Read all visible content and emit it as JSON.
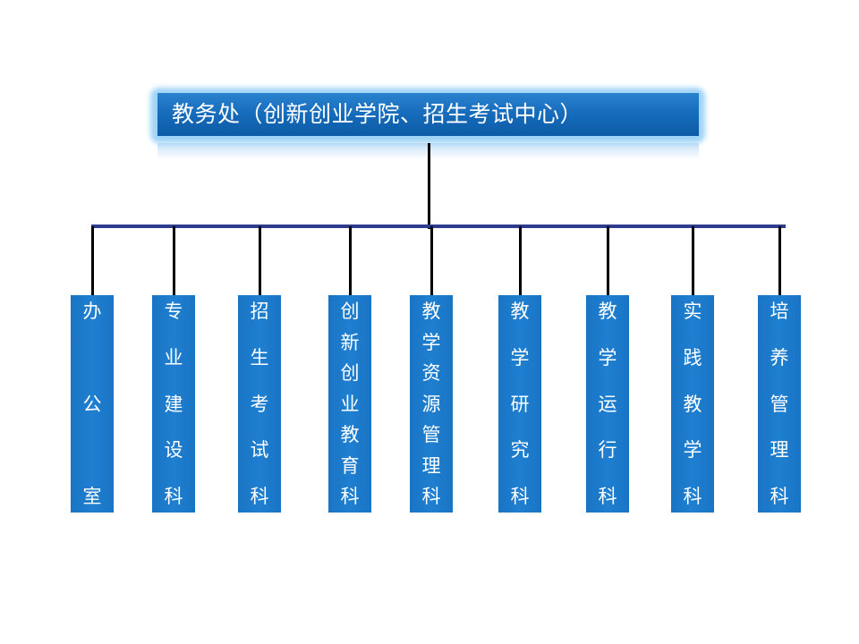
{
  "root": {
    "label": "教务处（创新创业学院、招生考试中心）"
  },
  "departments": [
    {
      "chars": [
        "办",
        "公",
        "室"
      ]
    },
    {
      "chars": [
        "专",
        "业",
        "建",
        "设",
        "科"
      ]
    },
    {
      "chars": [
        "招",
        "生",
        "考",
        "试",
        "科"
      ]
    },
    {
      "chars": [
        "创",
        "新",
        "创",
        "业",
        "教",
        "育",
        "科"
      ]
    },
    {
      "chars": [
        "教",
        "学",
        "资",
        "源",
        "管",
        "理",
        "科"
      ]
    },
    {
      "chars": [
        "教",
        "学",
        "研",
        "究",
        "科"
      ]
    },
    {
      "chars": [
        "教",
        "学",
        "运",
        "行",
        "科"
      ]
    },
    {
      "chars": [
        "实",
        "践",
        "教",
        "学",
        "科"
      ]
    },
    {
      "chars": [
        "培",
        "养",
        "管",
        "理",
        "科"
      ]
    }
  ],
  "colors": {
    "box_fill": "#1a74c4",
    "connector_vertical": "#000000",
    "connector_horizontal": "#2f3b8c"
  }
}
